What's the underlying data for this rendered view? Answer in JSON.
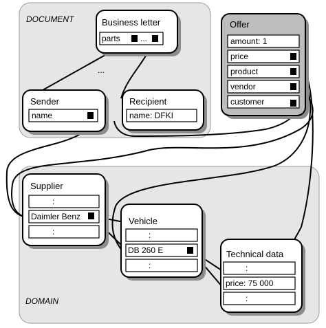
{
  "regions": {
    "document_label": "DOCUMENT",
    "domain_label": "DOMAIN"
  },
  "nodes": {
    "business_letter": {
      "title": "Business letter",
      "field_parts": "parts",
      "field_more": "..."
    },
    "letter_ellipsis": "...",
    "sender": {
      "title": "Sender",
      "field_name": "name"
    },
    "recipient": {
      "title": "Recipient",
      "field_name": "name:  DFKI"
    },
    "offer": {
      "title": "Offer",
      "fields": [
        "amount: 1",
        "price",
        "product",
        "vendor",
        "customer"
      ]
    },
    "supplier": {
      "title": "Supplier",
      "field_top": ":",
      "field_main": "Daimler  Benz",
      "field_bottom": ":"
    },
    "vehicle": {
      "title": "Vehicle",
      "field_top": ":",
      "field_main": "DB 260 E",
      "field_bottom": ":"
    },
    "technical_data": {
      "title": "Technical data",
      "field_top": ":",
      "field_main": "price: 75 000",
      "field_bottom": ":"
    }
  }
}
